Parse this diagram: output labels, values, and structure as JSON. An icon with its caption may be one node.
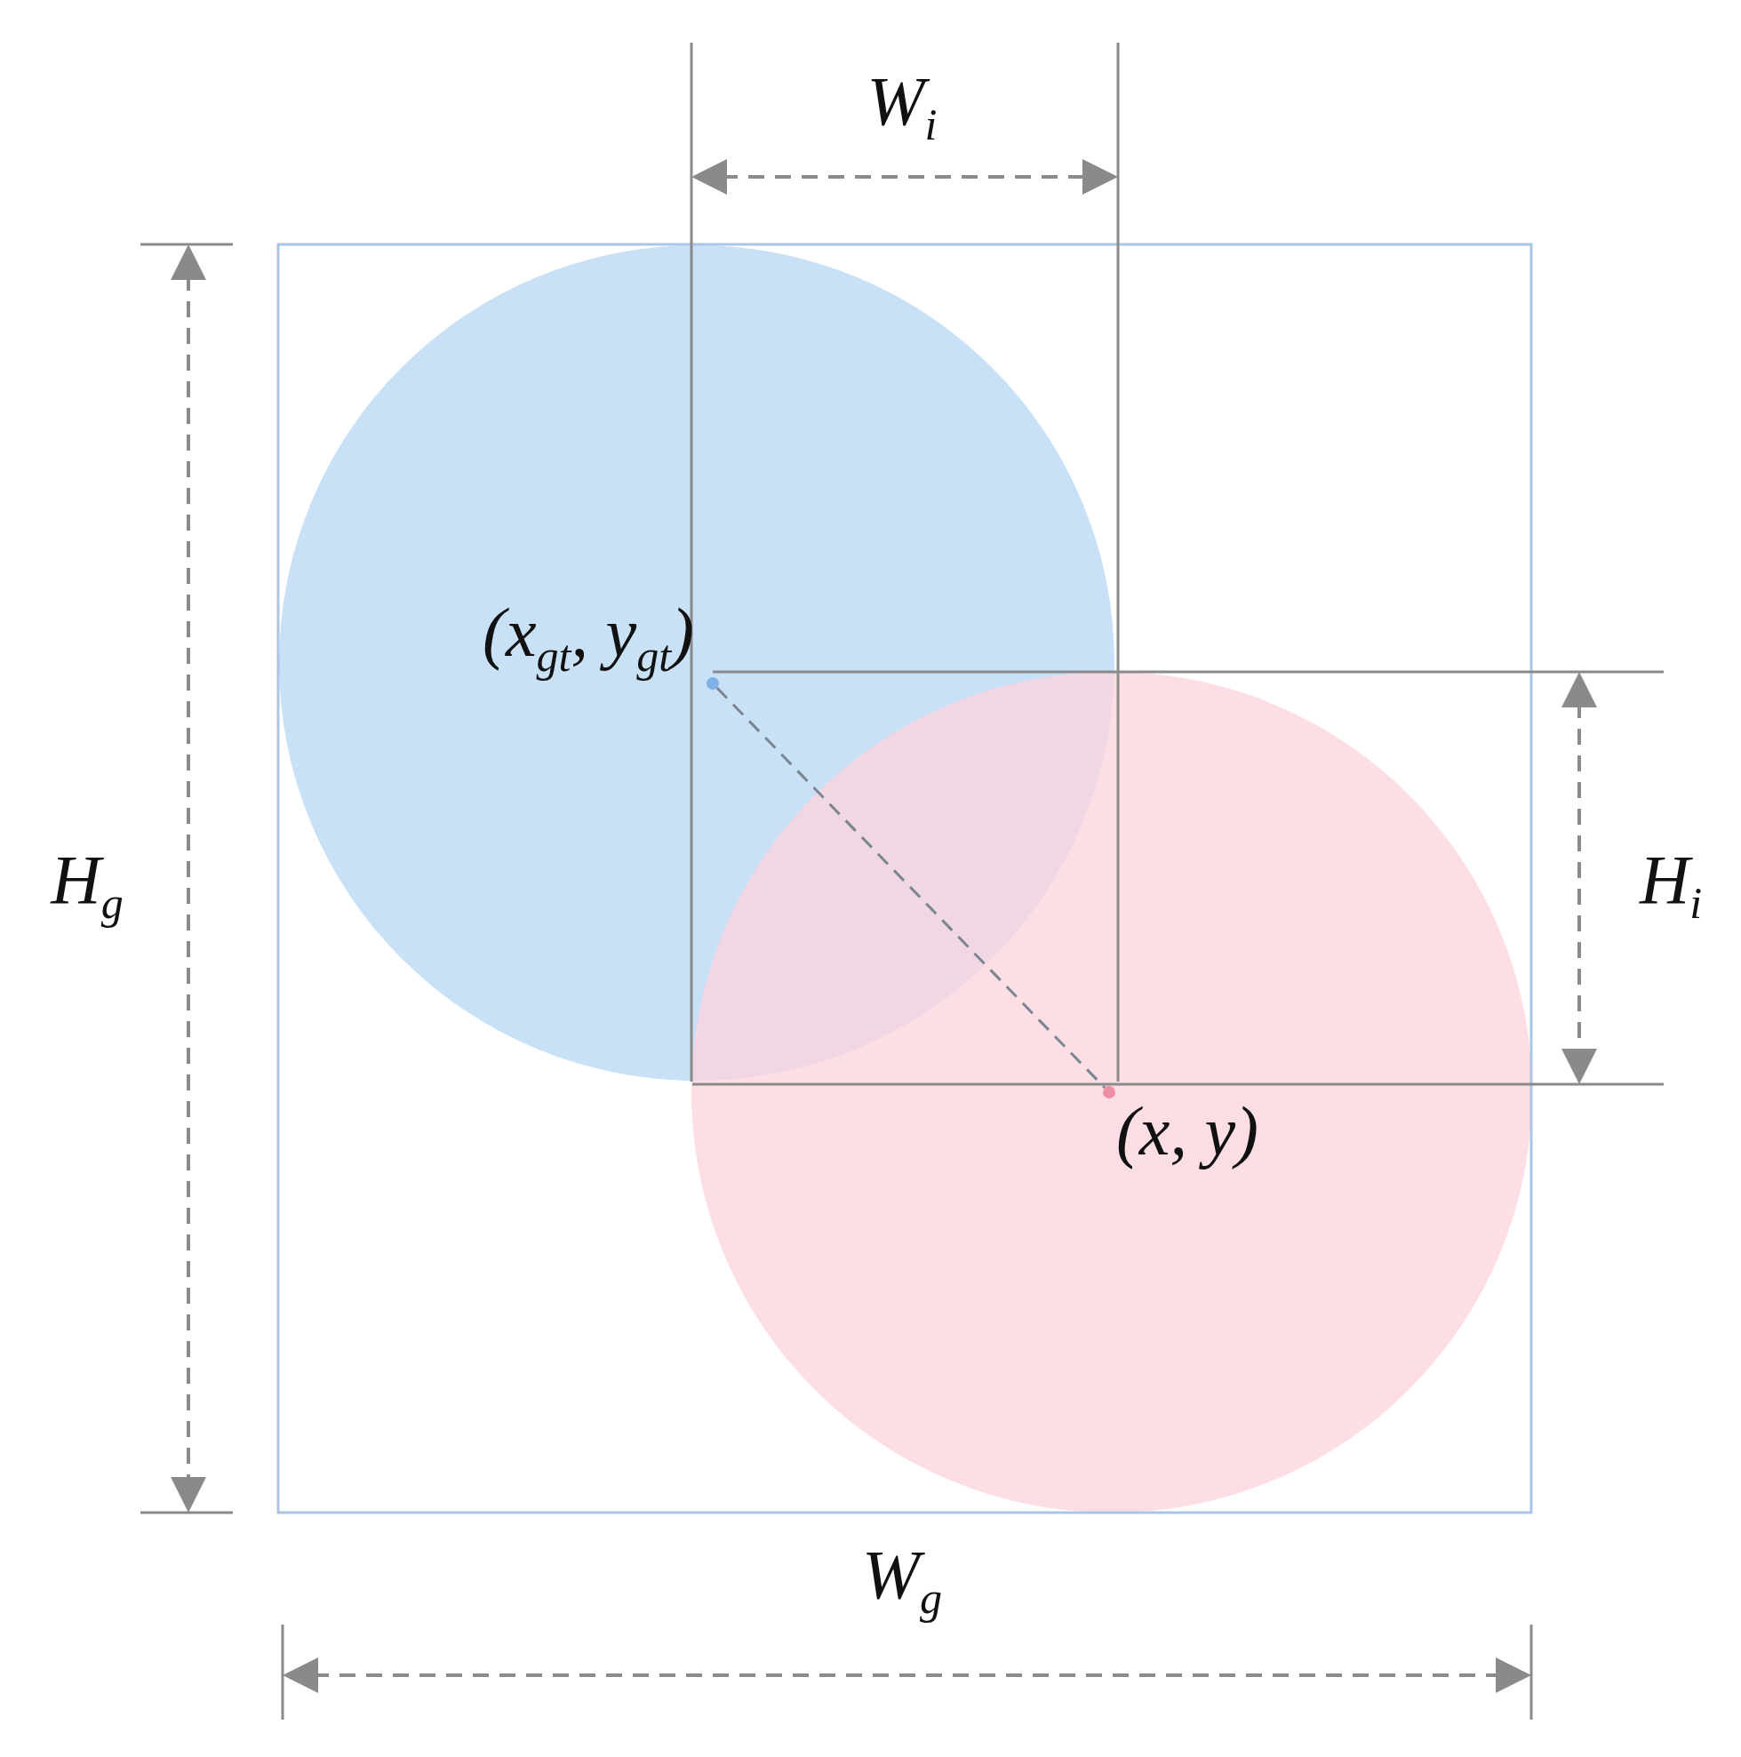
{
  "diagram": {
    "nodes": [
      {
        "text": [],
        "shape": "circle",
        "beside": [
          "(x$_{gt}$, y$_{gt}$)"
        ]
      },
      {
        "text": [],
        "shape": "circle",
        "beside": [
          "(x, y)"
        ]
      }
    ],
    "edges": [
      {
        "from": 0,
        "to": 1,
        "arrow": "none",
        "style": "dashed"
      }
    ],
    "labels": [
      "W$_{i}$",
      "H$_{g}$",
      "H$_{i}$",
      "W$_{g}$"
    ]
  }
}
